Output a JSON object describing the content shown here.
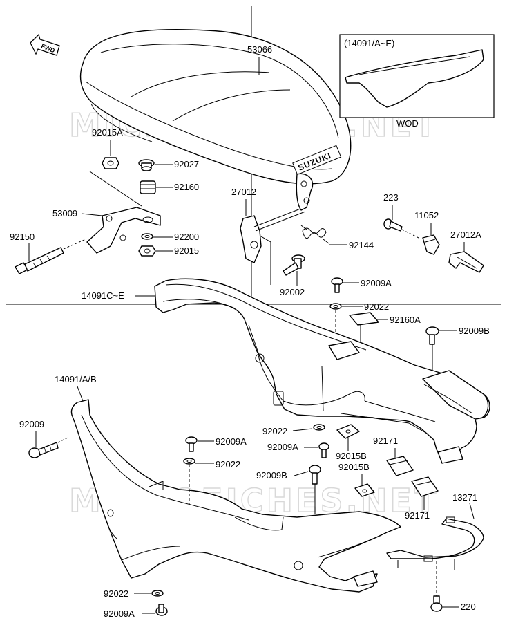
{
  "watermark": "MICROFICHES.NET",
  "fwd_label": "FWD",
  "seat_brand": "SUZUKI",
  "inset": {
    "title": "(14091/A~E)",
    "caption": "WOD"
  },
  "labels": {
    "p53066": "53066",
    "p92015A": "92015A",
    "p92027": "92027",
    "p92160": "92160",
    "p53009": "53009",
    "p92200": "92200",
    "p92015": "92015",
    "p92150": "92150",
    "p27012": "27012",
    "p92144": "92144",
    "p92002": "92002",
    "p223": "223",
    "p11052": "11052",
    "p27012A": "27012A",
    "p92009A_1": "92009A",
    "p14091CE": "14091C~E",
    "p92022_1": "92022",
    "p92160A": "92160A",
    "p92009B_1": "92009B",
    "p14091AB": "14091/A/B",
    "p92009": "92009",
    "p92009A_2": "92009A",
    "p92022_2": "92022",
    "p92022_3": "92022",
    "p92009A_3": "92009A",
    "p92015B_1": "92015B",
    "p92171_1": "92171",
    "p92009B_2": "92009B",
    "p92015B_2": "92015B",
    "p92171_2": "92171",
    "p13271": "13271",
    "p92022_4": "92022",
    "p92009A_4": "92009A",
    "p220": "220"
  }
}
